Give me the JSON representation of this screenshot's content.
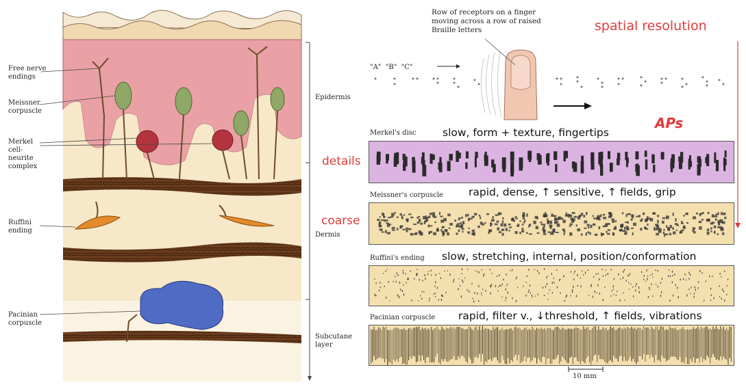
{
  "skin_diagram": {
    "labels": {
      "free_nerve_endings": "Free nerve\nendings",
      "meissner": "Meissner\ncorpuscle",
      "merkel": "Merkel\ncell-\nneurite\ncomplex",
      "ruffini": "Ruffini\nending",
      "pacinian": "Pacinian\ncorpuscle"
    },
    "layers": {
      "epidermis": "Epidermis",
      "dermis": "Dermis",
      "subcutaneous": "Subcutane\nlayer"
    }
  },
  "braille": {
    "caption": "Row of receptors on a finger\nmoving across a row of raised\nBraille letters",
    "letters": "\"A\"  \"B\"  \"C\""
  },
  "annotations": {
    "spatial_resolution": "spatial resolution",
    "aps": "APs",
    "details": "details",
    "coarse": "coarse"
  },
  "receptors": [
    {
      "name": "Merkel's disc",
      "note": "slow, form + texture, fingertips"
    },
    {
      "name": "Meissner's corpuscle",
      "note": "rapid, dense, ↑ sensitive, ↑ fields, grip"
    },
    {
      "name": "Ruffini's ending",
      "note": "slow, stretching, internal, position/conformation"
    },
    {
      "name": "Pacinian corpuscle",
      "note": "rapid, filter v., ↓threshold, ↑ fields, vibrations"
    }
  ],
  "scale_bar": "10 mm",
  "colors": {
    "accent_red": "#e23a3a",
    "merkel_strip": "#dcb4e2",
    "tan_strip": "#f4dfae",
    "epidermis": "#e9a1a6",
    "dermis": "#f6e8c8"
  }
}
